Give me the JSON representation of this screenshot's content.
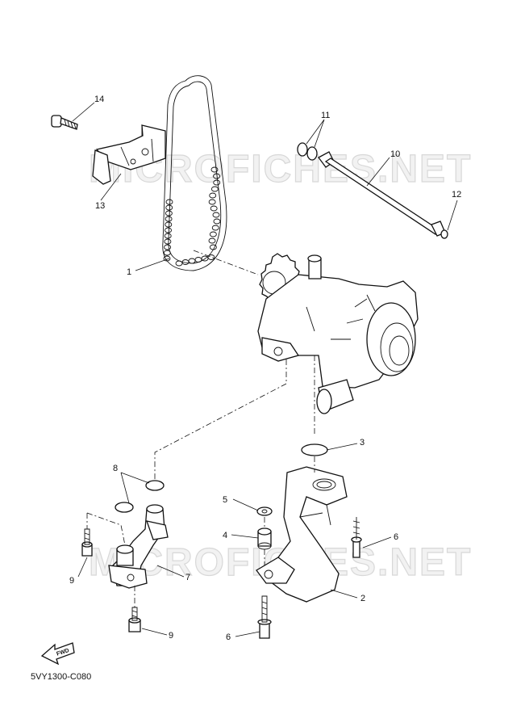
{
  "watermark": "MICROFICHES.NET",
  "diagram_code": "5VY1300-C080",
  "fwd_label": "FWD",
  "callouts": {
    "c1": "1",
    "c2": "2",
    "c3": "3",
    "c4": "4",
    "c5": "5",
    "c6a": "6",
    "c6b": "6",
    "c7": "7",
    "c8": "8",
    "c9a": "9",
    "c9b": "9",
    "c10": "10",
    "c11": "11",
    "c12": "12",
    "c13": "13",
    "c14": "14"
  }
}
